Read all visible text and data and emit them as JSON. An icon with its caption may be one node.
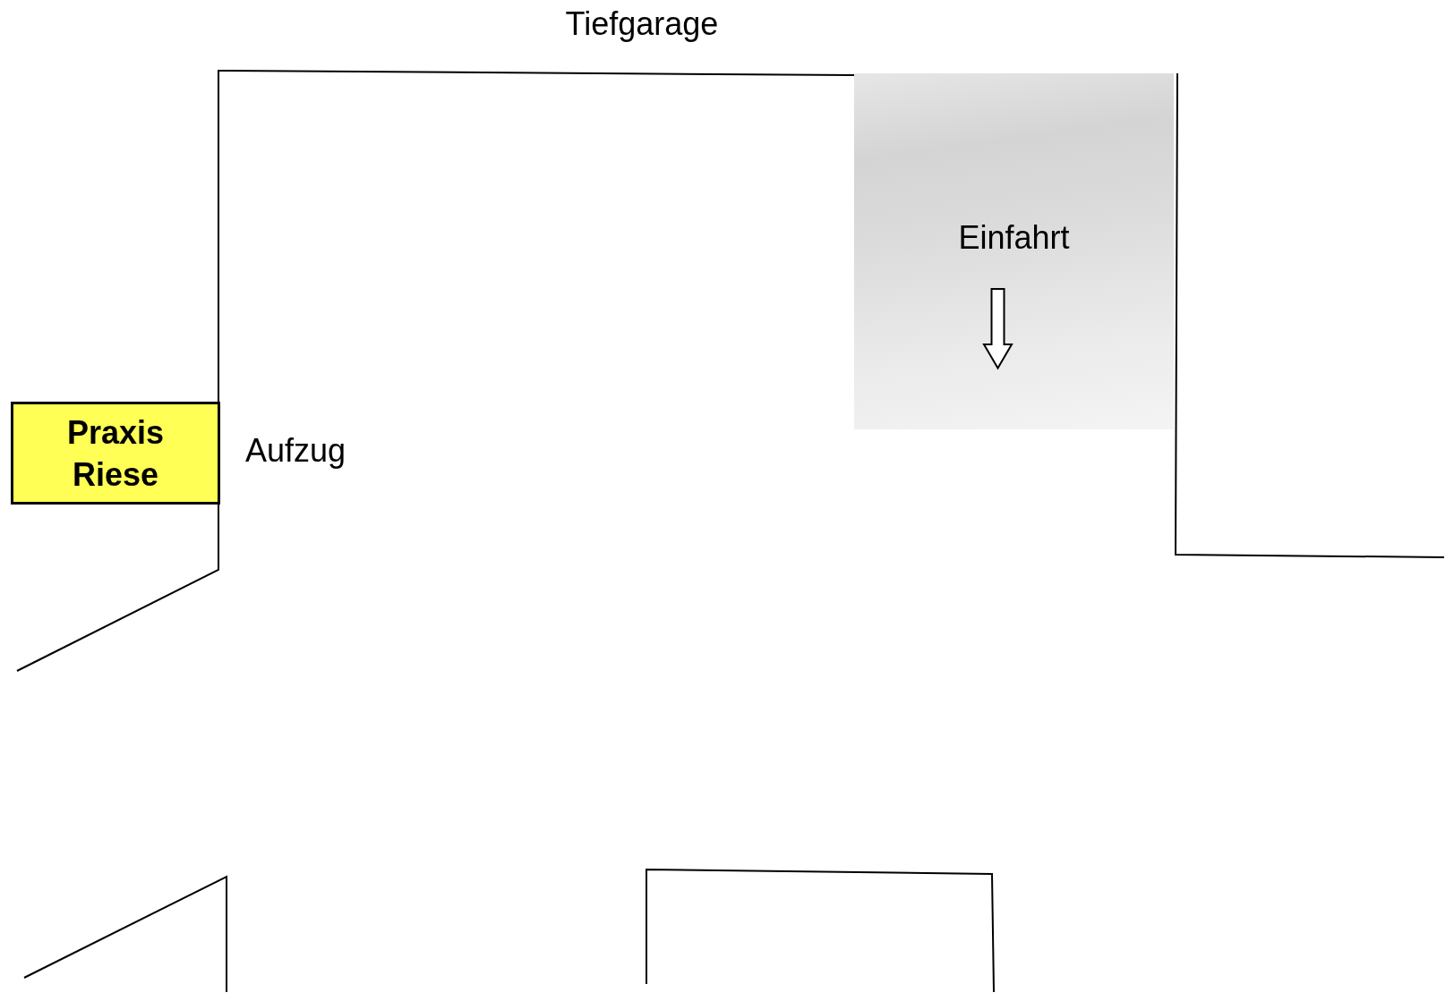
{
  "diagram": {
    "nodes": [
      {
        "text": [
          "Einfahrt"
        ]
      },
      {
        "text": [
          "Praxis Riese"
        ]
      }
    ],
    "labels": [
      "Tiefgarage",
      "Aufzug"
    ]
  }
}
